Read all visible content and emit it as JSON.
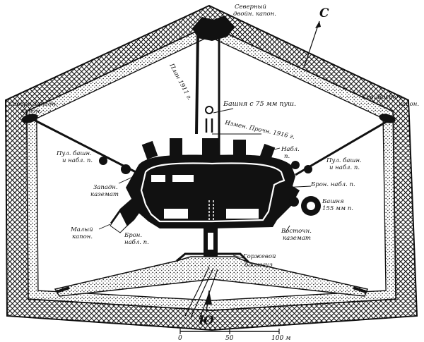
{
  "labels": {
    "north_caponier": [
      "Северный",
      "двойн. капон."
    ],
    "northwest_caponier": [
      "Северо-Западн.",
      "капон."
    ],
    "northeast_caponier": [
      "Сев.-Восточ.",
      "капон."
    ],
    "turret_75": "Башня с 75 мм пуш.",
    "plan_1911": "План 1911 г.",
    "plan_1916": "Измен. Прочн. 1916 г.",
    "mg_turret_left": [
      "Пул. башн.",
      "и набл. п."
    ],
    "obs_post_top": [
      "Набл.",
      "п."
    ],
    "mg_turret_right": [
      "Пул. башн.",
      "и набл. п."
    ],
    "west_casemate": [
      "Западн.",
      "каземат"
    ],
    "armored_obs": "Брон. набл. п.",
    "turret_155": [
      "Башня",
      "155 мм п."
    ],
    "left_caponier": [
      "Малый",
      "капон."
    ],
    "armored_obs_left": [
      "Брон.",
      "набл. п."
    ],
    "east_casemate": [
      "Восточн.",
      "каземат"
    ],
    "gorge_blockhouse": [
      "Горжевой",
      "блокгауз"
    ]
  },
  "compass": {
    "north": "С",
    "south": "Ю"
  },
  "scale": {
    "ticks": [
      "0",
      "50",
      "100 м"
    ]
  }
}
